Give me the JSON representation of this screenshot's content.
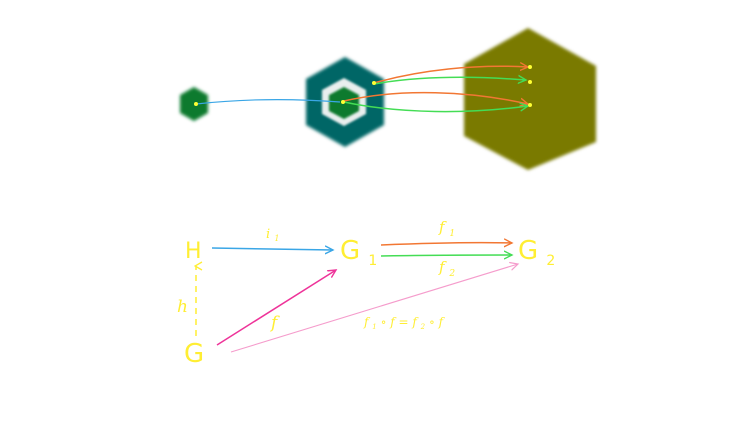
{
  "colors": {
    "small_hex": "#0b7a2e",
    "mid_hex_outer": "#006666",
    "mid_hex_ring": "#f2f2f2",
    "mid_hex_inner": "#0b7a2e",
    "big_hex": "#7a7a00",
    "dot": "#ffff33",
    "label": "#ffee33",
    "arrow_blue": "#3aa6e6",
    "arrow_orange": "#f27733",
    "arrow_green": "#44dd55",
    "arrow_magenta": "#ee3399",
    "arrow_pink": "#f59ccc",
    "h_arrow": "#ffee33"
  },
  "labels": {
    "H": "H",
    "G1_base": "G",
    "G1_sub": "1",
    "G2_base": "G",
    "G2_sub": "2",
    "G": "G",
    "i1_base": "i",
    "i1_sub": "1",
    "f1_base": "f",
    "f1_sub": "1",
    "f2_base": "f",
    "f2_sub": "2",
    "h": "h",
    "f": "f",
    "eq_lhs_base": "f",
    "eq_lhs_sub": "1",
    "eq_mid_a": "∘ f = f",
    "eq_mid_sub": "2",
    "eq_rhs": "∘ f"
  }
}
